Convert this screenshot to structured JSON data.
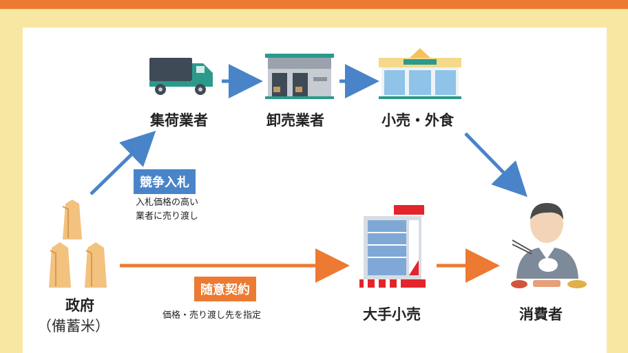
{
  "nodes": {
    "collector": "集荷業者",
    "wholesaler": "卸売業者",
    "retail": "小売・外食",
    "government": "政府",
    "government_sub": "（備蓄米）",
    "major_retail": "大手小売",
    "consumer": "消費者"
  },
  "badges": {
    "bidding": "競争入札",
    "voluntary": "随意契約"
  },
  "notes": {
    "bidding_line1": "入札価格の高い",
    "bidding_line2": "業者に売り渡し",
    "voluntary": "価格・売り渡し先を指定"
  },
  "colors": {
    "background": "#f8e7a2",
    "top_bar": "#ec7a32",
    "blue_arrow": "#4a84c8",
    "orange_arrow": "#ec7a32"
  }
}
